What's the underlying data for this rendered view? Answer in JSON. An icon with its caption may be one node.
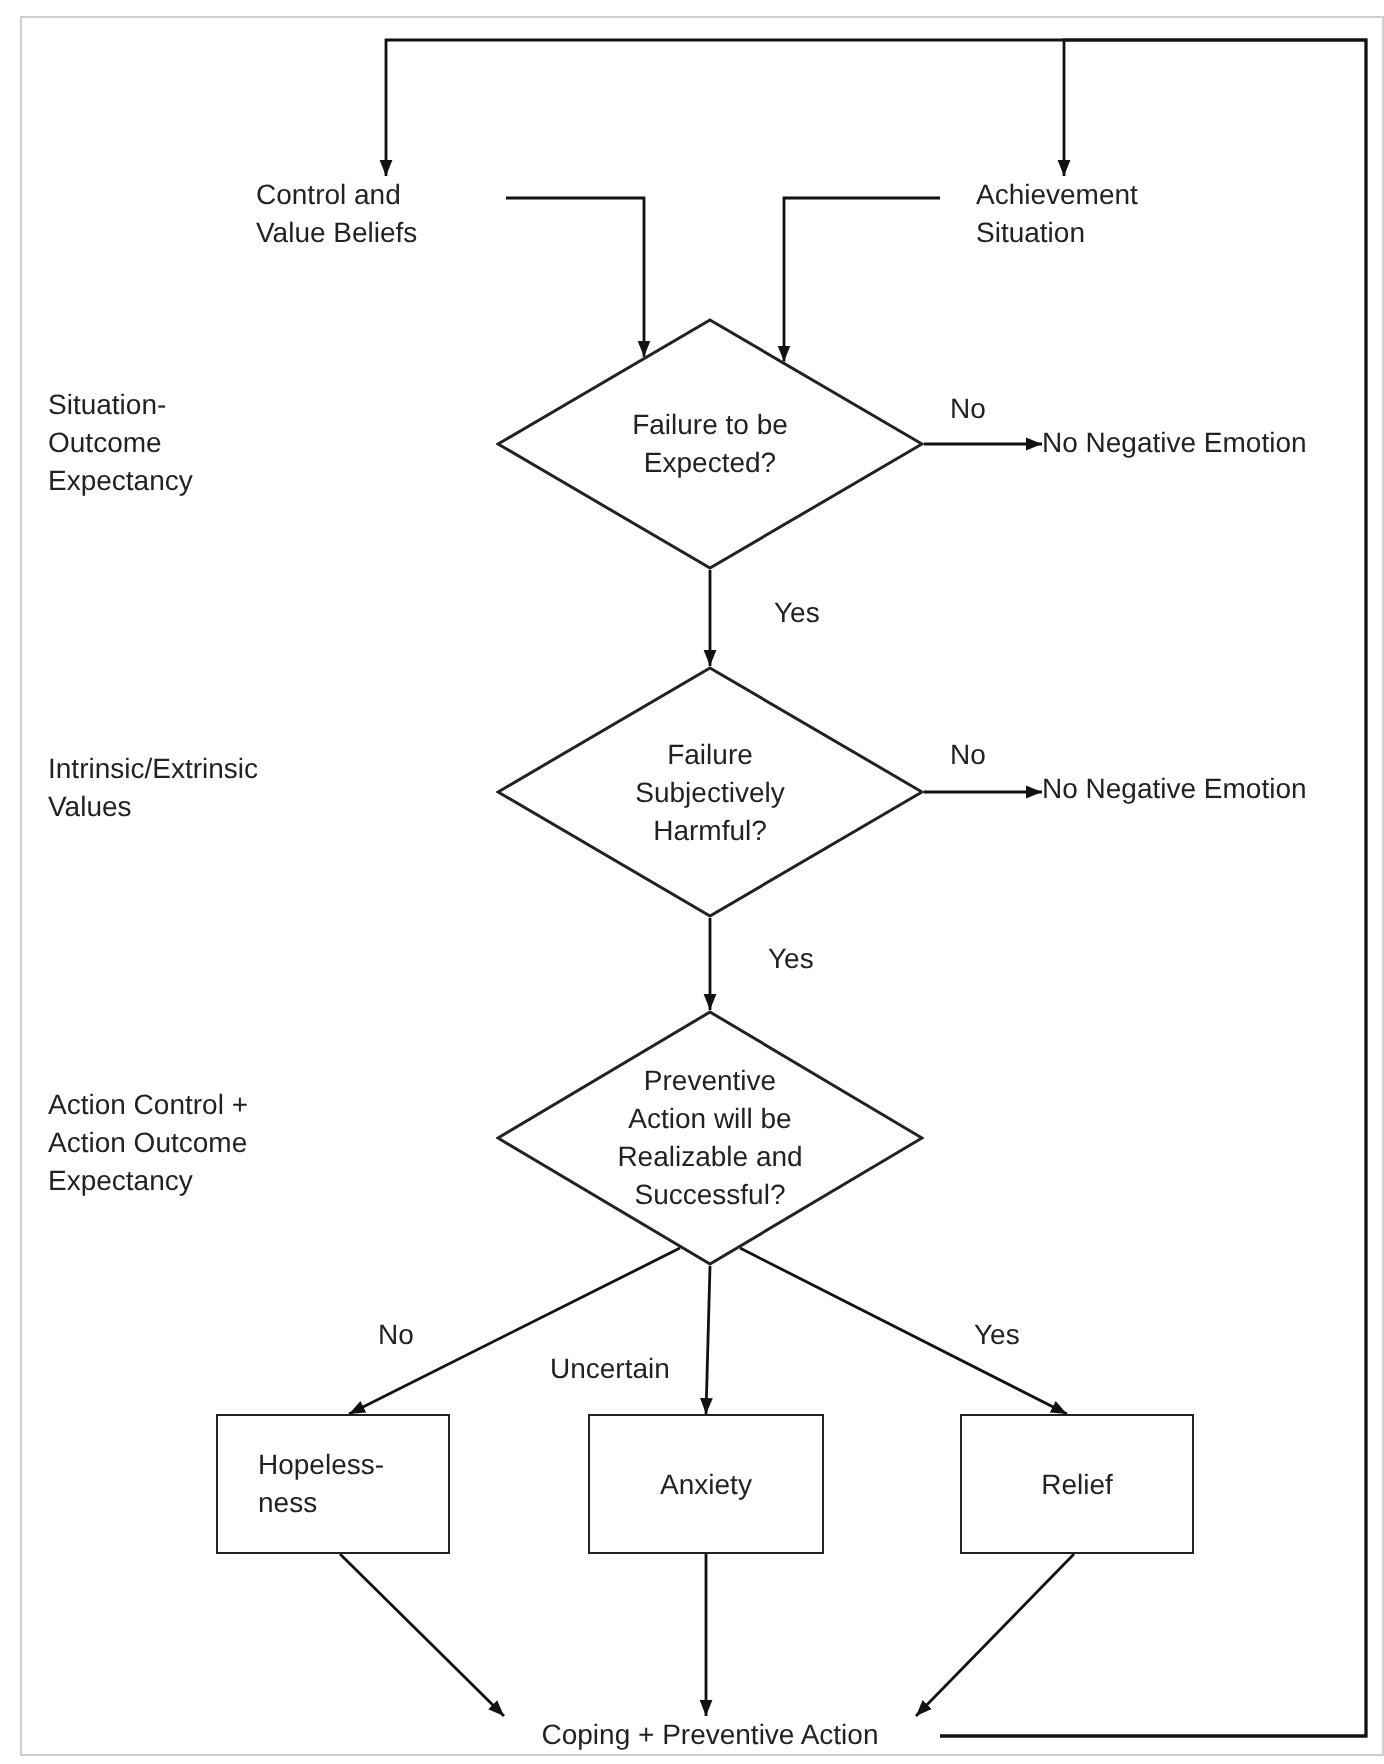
{
  "diagram": {
    "nodes": [
      {
        "text": [
          "Control and Value Beliefs"
        ]
      },
      {
        "text": [
          "Achievement Situation"
        ]
      },
      {
        "text": [
          "Failure to  be Expected?"
        ]
      },
      {
        "text": [
          "No Negative Emotion"
        ]
      },
      {
        "text": [
          "Failure Subjectively Harmful?"
        ]
      },
      {
        "text": [
          "No Negative Emotion"
        ]
      },
      {
        "text": [
          "Preventive Action will be Realizable and Successful?"
        ]
      },
      {
        "text": [
          "Hopeless- ness"
        ]
      },
      {
        "text": [
          "Anxiety"
        ]
      },
      {
        "text": [
          "Relief"
        ]
      },
      {
        "text": [
          "Coping + Preventive Action"
        ]
      }
    ],
    "edges": [
      {
        "from": 0,
        "to": 2,
        "arrow": "to"
      },
      {
        "from": 1,
        "to": 2,
        "arrow": "to"
      },
      {
        "from": 2,
        "to": 3,
        "arrow": "to",
        "label": "No"
      },
      {
        "from": 2,
        "to": 4,
        "arrow": "to",
        "label": "Yes"
      },
      {
        "from": 4,
        "to": 5,
        "arrow": "to",
        "label": "No"
      },
      {
        "from": 4,
        "to": 6,
        "arrow": "to",
        "label": "Yes"
      },
      {
        "from": 6,
        "to": 7,
        "arrow": "to",
        "label": "No"
      },
      {
        "from": 6,
        "to": 8,
        "arrow": "to",
        "label": "Uncertain"
      },
      {
        "from": 6,
        "to": 9,
        "arrow": "to",
        "label": "Yes"
      },
      {
        "from": 7,
        "to": 10,
        "arrow": "to"
      },
      {
        "from": 8,
        "to": 10,
        "arrow": "to"
      },
      {
        "from": 9,
        "to": 10,
        "arrow": "to"
      },
      {
        "from": 10,
        "to": 0,
        "arrow": "to"
      },
      {
        "from": 10,
        "to": 1,
        "arrow": "to"
      }
    ],
    "labels": [
      "Situation- Outcome Expectancy",
      "Intrinsic/Extrinsic Values",
      "Action Control + Action Outcome Expectancy"
    ]
  }
}
